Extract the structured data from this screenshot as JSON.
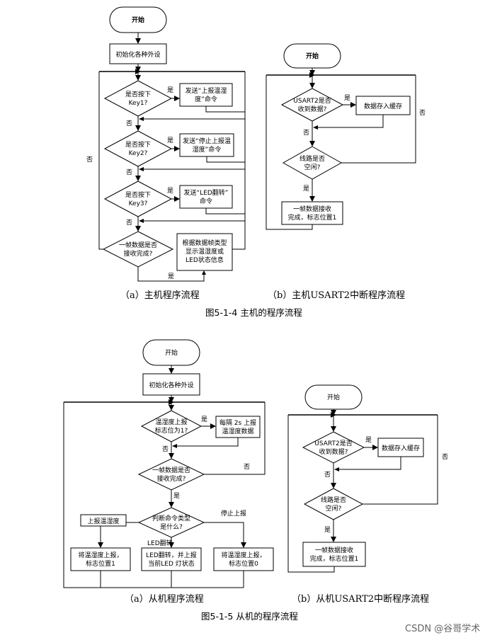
{
  "fig4": {
    "a": {
      "start": "开始",
      "init": "初始化各种外设",
      "d1": [
        "是否按下",
        "Key1?"
      ],
      "p1": [
        "发送“上报温湿",
        "度”命令"
      ],
      "d2": [
        "是否按下",
        "Key2?"
      ],
      "p2": [
        "发送“停止上报温",
        "湿度”命令"
      ],
      "d3": [
        "是否按下",
        "Key3?"
      ],
      "p3": [
        "发送“LED翻转”",
        "命令"
      ],
      "d4": [
        "一帧数据是否",
        "接收完成?"
      ],
      "p4": [
        "根据数据帧类型",
        "显示温湿度或",
        "LED状态信息"
      ],
      "yes": "是",
      "no": "否",
      "caption": "（a）主机程序流程"
    },
    "b": {
      "start": "开始",
      "d1": [
        "USART2是否",
        "收到数据?"
      ],
      "p1": "数据存入缓存",
      "d2": [
        "线路是否",
        "空闲?"
      ],
      "p2": [
        "一帧数据接收",
        "完成，标志位置1"
      ],
      "yes": "是",
      "no": "否",
      "caption": "（b）主机USART2中断程序流程"
    },
    "title": "图5-1-4    主机的程序流程"
  },
  "fig5": {
    "a": {
      "start": "开始",
      "init": "初始化各种外设",
      "d1": [
        "温湿度上报",
        "标志位为1?"
      ],
      "p1": [
        "每隔 2s 上报",
        "温湿度数据"
      ],
      "d2": [
        "一帧数据是否",
        "接收完成?"
      ],
      "d3": [
        "判断命令类型",
        "是什么?"
      ],
      "l_left": "上报温湿度",
      "l_mid": "LED翻转",
      "l_right": "停止上报",
      "p_left": [
        "将温湿度上报，",
        "标志位置1"
      ],
      "p_mid": [
        "LED翻转，并上报",
        "当前LED 灯状态"
      ],
      "p_right": [
        "将温湿度上报，",
        "标志位置0"
      ],
      "yes": "是",
      "no": "否",
      "caption": "（a）从机程序流程"
    },
    "b": {
      "start": "开始",
      "d1": [
        "USART2是否",
        "收到数据?"
      ],
      "p1": "数据存入缓存",
      "d2": [
        "线路是否",
        "空闲?"
      ],
      "p2": [
        "一帧数据接收",
        "完成，标志位置1"
      ],
      "yes": "是",
      "no": "否",
      "caption": "（b）从机USART2中断程序流程"
    },
    "title": "图5-1-5    从机的程序流程"
  },
  "watermark": "CSDN @谷哥学术"
}
